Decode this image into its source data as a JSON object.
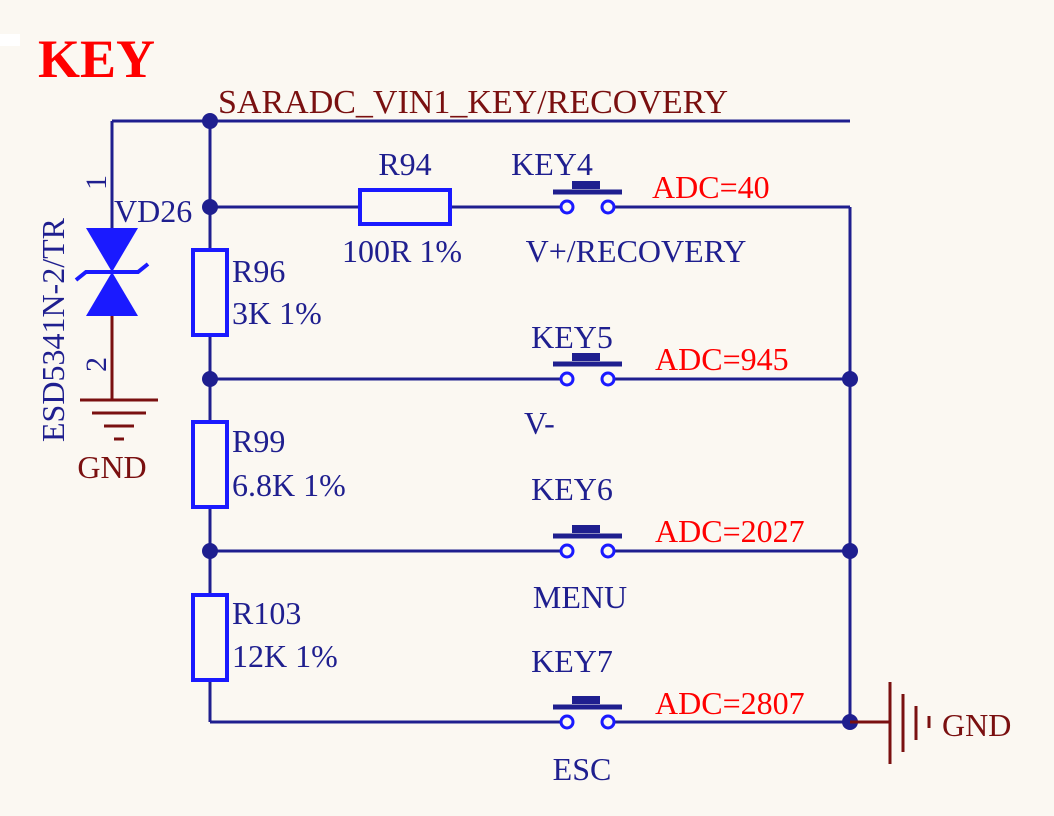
{
  "title": "KEY",
  "net_label": "SARADC_VIN1_KEY/RECOVERY",
  "colors": {
    "background": "#fbf8f2",
    "wire": "#1f1f8f",
    "component": "#1a1aff",
    "power": "#7a1010",
    "title": "#ff0000",
    "adc_label": "#ff0000",
    "text_blue": "#1f1f8f",
    "text_red": "#7a1010"
  },
  "diode": {
    "designator": "VD26",
    "part": "ESD5341N-2/TR",
    "pin1": "1",
    "pin2": "2",
    "gnd_label": "GND"
  },
  "resistors": [
    {
      "ref": "R94",
      "value": "100R 1%"
    },
    {
      "ref": "R96",
      "value": "3K 1%"
    },
    {
      "ref": "R99",
      "value": "6.8K 1%"
    },
    {
      "ref": "R103",
      "value": "12K 1%"
    }
  ],
  "keys": [
    {
      "ref": "KEY4",
      "function": "V+/RECOVERY",
      "adc": "ADC=40"
    },
    {
      "ref": "KEY5",
      "function": "V-",
      "adc": "ADC=945"
    },
    {
      "ref": "KEY6",
      "function": "MENU",
      "adc": "ADC=2027"
    },
    {
      "ref": "KEY7",
      "function": "ESC",
      "adc": "ADC=2807"
    }
  ],
  "right_gnd_label": "GND"
}
